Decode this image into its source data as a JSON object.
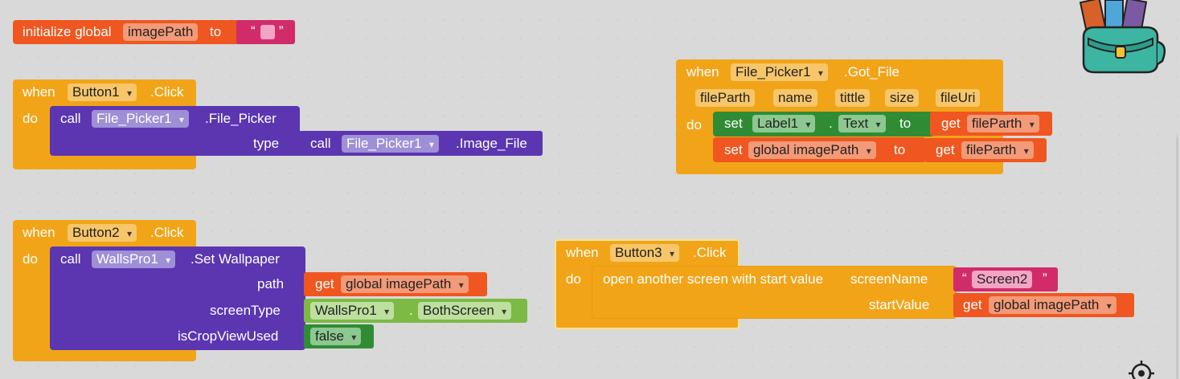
{
  "init_block": {
    "keyword": "initialize global",
    "var": "imagePath",
    "to": "to",
    "string_open": "“",
    "string_close": "”"
  },
  "button1": {
    "when": "when",
    "component": "Button1",
    "event": ".Click",
    "do": "do",
    "call": "call",
    "picker": "File_Picker1",
    "method": ".File_Picker",
    "type_label": "type",
    "call2": "call",
    "picker2": "File_Picker1",
    "method2": ".Image_File"
  },
  "button2": {
    "when": "when",
    "component": "Button2",
    "event": ".Click",
    "do": "do",
    "call": "call",
    "component2": "WallsPro1",
    "method": ".Set Wallpaper",
    "path_label": "path",
    "get": "get",
    "get_var": "global imagePath",
    "screenType_label": "screenType",
    "screen_comp": "WallsPro1",
    "dot": ".",
    "screen_val": "BothScreen",
    "crop_label": "isCropViewUsed",
    "crop_val": "false"
  },
  "gotfile": {
    "when": "when",
    "component": "File_Picker1",
    "event": ".Got_File",
    "params": [
      "fileParth",
      "name",
      "tittle",
      "size",
      "fileUri"
    ],
    "do": "do",
    "set": "set",
    "label": "Label1",
    "dot": ".",
    "prop": "Text",
    "to": "to",
    "get": "get",
    "get_var": "fileParth",
    "set2": "set",
    "set2_var": "global imagePath",
    "to2": "to",
    "get2": "get",
    "get2_var": "fileParth"
  },
  "button3": {
    "when": "when",
    "component": "Button3",
    "event": ".Click",
    "do": "do",
    "open": "open another screen with start value",
    "screenName_label": "screenName",
    "q_open": "“",
    "screen": "Screen2",
    "q_close": "”",
    "startValue_label": "startValue",
    "get": "get",
    "get_var": "global imagePath"
  }
}
